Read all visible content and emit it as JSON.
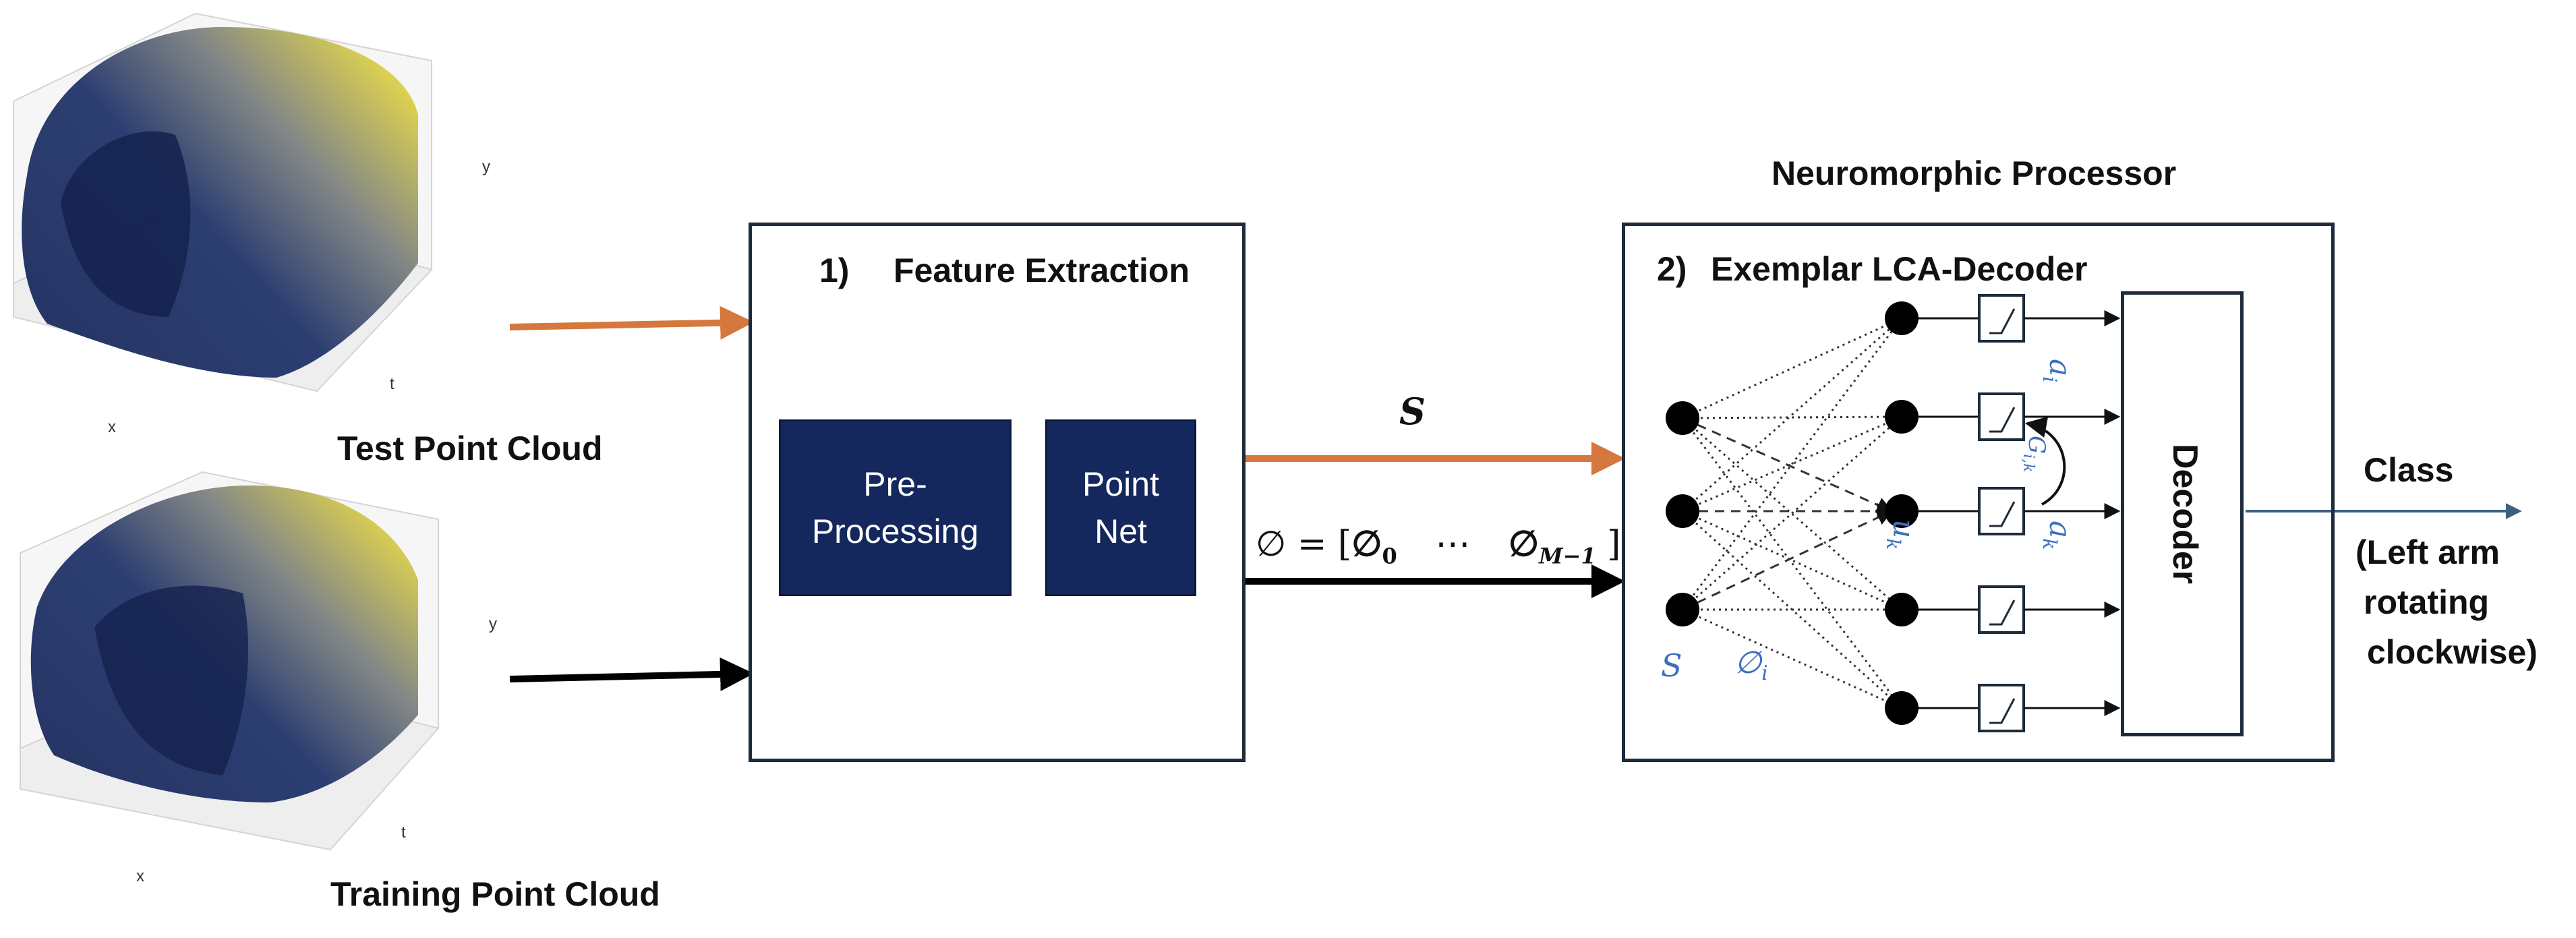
{
  "left": {
    "test_cloud": {
      "caption": "Test Point Cloud",
      "axes": {
        "x": "x",
        "y": "y",
        "t": "t"
      }
    },
    "training_cloud": {
      "caption": "Training Point Cloud",
      "axes": {
        "x": "x",
        "y": "y",
        "t": "t"
      }
    }
  },
  "feature_extraction": {
    "number": "1)",
    "title": "Feature Extraction",
    "preprocessing": {
      "line1": "Pre-",
      "line2": "Processing"
    },
    "pointnet": {
      "line1": "Point",
      "line2": "Net"
    }
  },
  "signals": {
    "s_label": "S",
    "phi_expr": {
      "lhs": "∅ = [",
      "first": "∅",
      "first_sub": "0",
      "dots": "⋯",
      "last": "∅",
      "last_sub": "M−1",
      "close": "]"
    }
  },
  "neuromorphic": {
    "heading": "Neuromorphic Processor",
    "number": "2)",
    "title": "Exemplar LCA-Decoder",
    "labels": {
      "s": "S",
      "phi_i": "∅",
      "phi_i_sub": "i",
      "u_k": "u",
      "u_k_sub": "k",
      "a_i": "a",
      "a_i_sub": "i",
      "a_k": "a",
      "a_k_sub": "k",
      "g_ik": "G",
      "g_ik_sub": "i,k"
    },
    "decoder_label": "Decoder"
  },
  "output": {
    "class_label": "Class",
    "class_value_lines": [
      "(Left arm",
      "rotating",
      "clockwise)"
    ]
  },
  "colors": {
    "navy": "#14285e",
    "orange_arrow": "#d4783d",
    "steel_arrow": "#3d5f80",
    "outline": "#1d2b3a",
    "math_blue": "#3b6fbf",
    "cloud_dark": "#1a2a5c",
    "cloud_light": "#f3e23a"
  }
}
